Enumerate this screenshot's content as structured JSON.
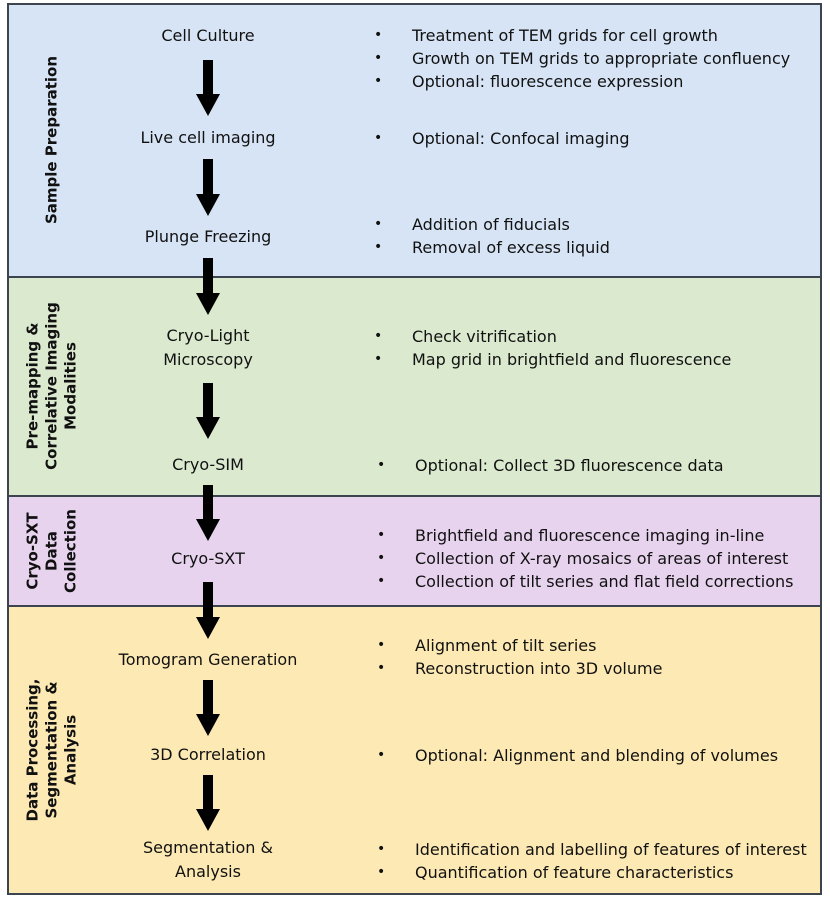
{
  "colors": {
    "sample_bg": "#d6e4f5",
    "premap_bg": "#dbe9cf",
    "sxt_bg": "#e7d3ee",
    "proc_bg": "#fde9b3",
    "border": "#3c4450",
    "arrow": "#000000"
  },
  "bullet_glyph": "•",
  "sections": {
    "sample": {
      "label": "Sample Preparation",
      "steps": [
        {
          "label": "Cell Culture",
          "bullets": [
            "Treatment of TEM grids for cell growth",
            "Growth on TEM grids to appropriate confluency",
            "Optional: fluorescence expression"
          ]
        },
        {
          "label": "Live cell imaging",
          "bullets": [
            "Optional: Confocal imaging"
          ]
        },
        {
          "label": "Plunge Freezing",
          "bullets": [
            "Addition of fiducials",
            "Removal of excess liquid"
          ]
        }
      ]
    },
    "premap": {
      "label": "Pre-mapping &\nCorrelative Imaging\nModalities",
      "steps": [
        {
          "label": "Cryo-Light\nMicroscopy",
          "bullets": [
            "Check vitrification",
            "Map grid in brightfield and fluorescence"
          ]
        },
        {
          "label": "Cryo-SIM",
          "bullets": [
            "Optional: Collect 3D fluorescence data"
          ]
        }
      ]
    },
    "sxt": {
      "label": "Cryo-SXT\nData\nCollection",
      "steps": [
        {
          "label": "Cryo-SXT",
          "bullets": [
            "Brightfield and fluorescence imaging in-line",
            "Collection of X-ray mosaics of areas of interest",
            "Collection of tilt series and flat field corrections"
          ]
        }
      ]
    },
    "proc": {
      "label": "Data Processing,\nSegmentation &\nAnalysis",
      "steps": [
        {
          "label": "Tomogram Generation",
          "bullets": [
            "Alignment of tilt series",
            "Reconstruction into 3D volume"
          ]
        },
        {
          "label": "3D Correlation",
          "bullets": [
            "Optional: Alignment and blending of volumes"
          ]
        },
        {
          "label": "Segmentation &\nAnalysis",
          "bullets": [
            "Identification and labelling of features of interest",
            "Quantification of feature characteristics"
          ]
        }
      ]
    }
  }
}
